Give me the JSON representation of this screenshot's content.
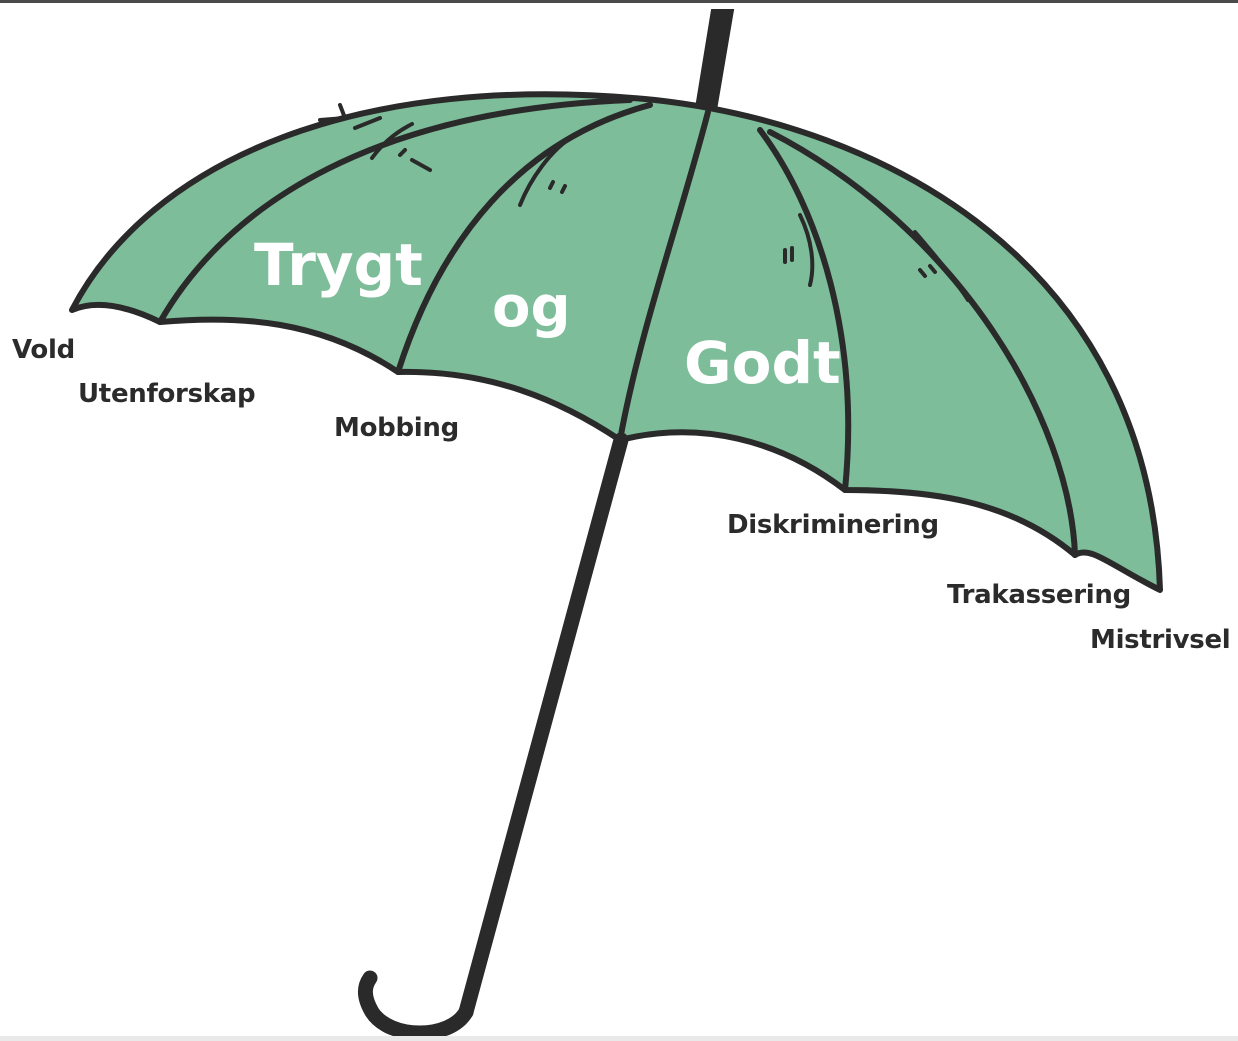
{
  "canopy": {
    "words": [
      "Trygt",
      "og",
      "Godt"
    ],
    "fill_color": "#7dbd9a",
    "outline_color": "#2a2a2a",
    "text_color": "#ffffff"
  },
  "risks": [
    "Vold",
    "Utenforskap",
    "Mobbing",
    "Diskriminering",
    "Trakassering",
    "Mistrivsel"
  ]
}
